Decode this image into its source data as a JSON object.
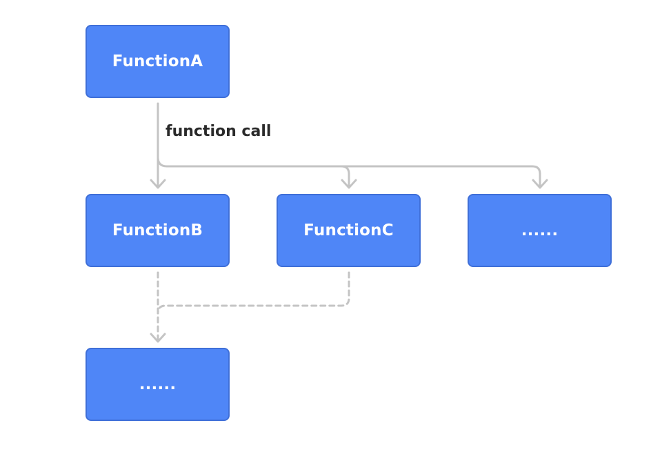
{
  "diagram": {
    "nodes": {
      "a": "FunctionA",
      "b": "FunctionB",
      "c": "FunctionC",
      "d": "......",
      "e": "......"
    },
    "edge_label": "function call",
    "colors": {
      "node_fill": "#4f86f7",
      "node_border": "#3f6fd8",
      "node_text": "#ffffff",
      "connector": "#c4c4c4",
      "label_text": "#2a2a2a"
    }
  }
}
